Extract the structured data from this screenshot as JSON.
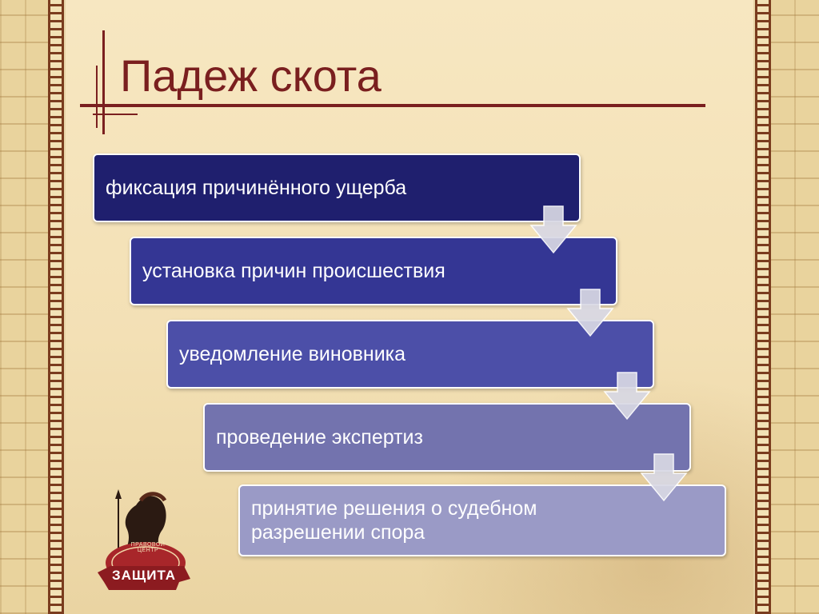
{
  "slide": {
    "title": "Падеж скота"
  },
  "steps": [
    {
      "label": "фиксация причинённого ущерба",
      "color": "#1f1f6e"
    },
    {
      "label": "установка причин происшествия",
      "color": "#343694"
    },
    {
      "label": "уведомление виновника",
      "color": "#4c4fa8"
    },
    {
      "label": "проведение экспертиз",
      "color": "#7373ae"
    },
    {
      "label": "принятие решения о судебном разрешении спора",
      "color": "#9a9ac6"
    }
  ],
  "logo": {
    "arc_text": "ПРАВОВОЙ ЦЕНТР",
    "ribbon_text": "ЗАЩИТА",
    "icon": "warrior-helmet-icon"
  },
  "colors": {
    "title": "#7a1f1f",
    "arrow": "#d8d8e4"
  }
}
